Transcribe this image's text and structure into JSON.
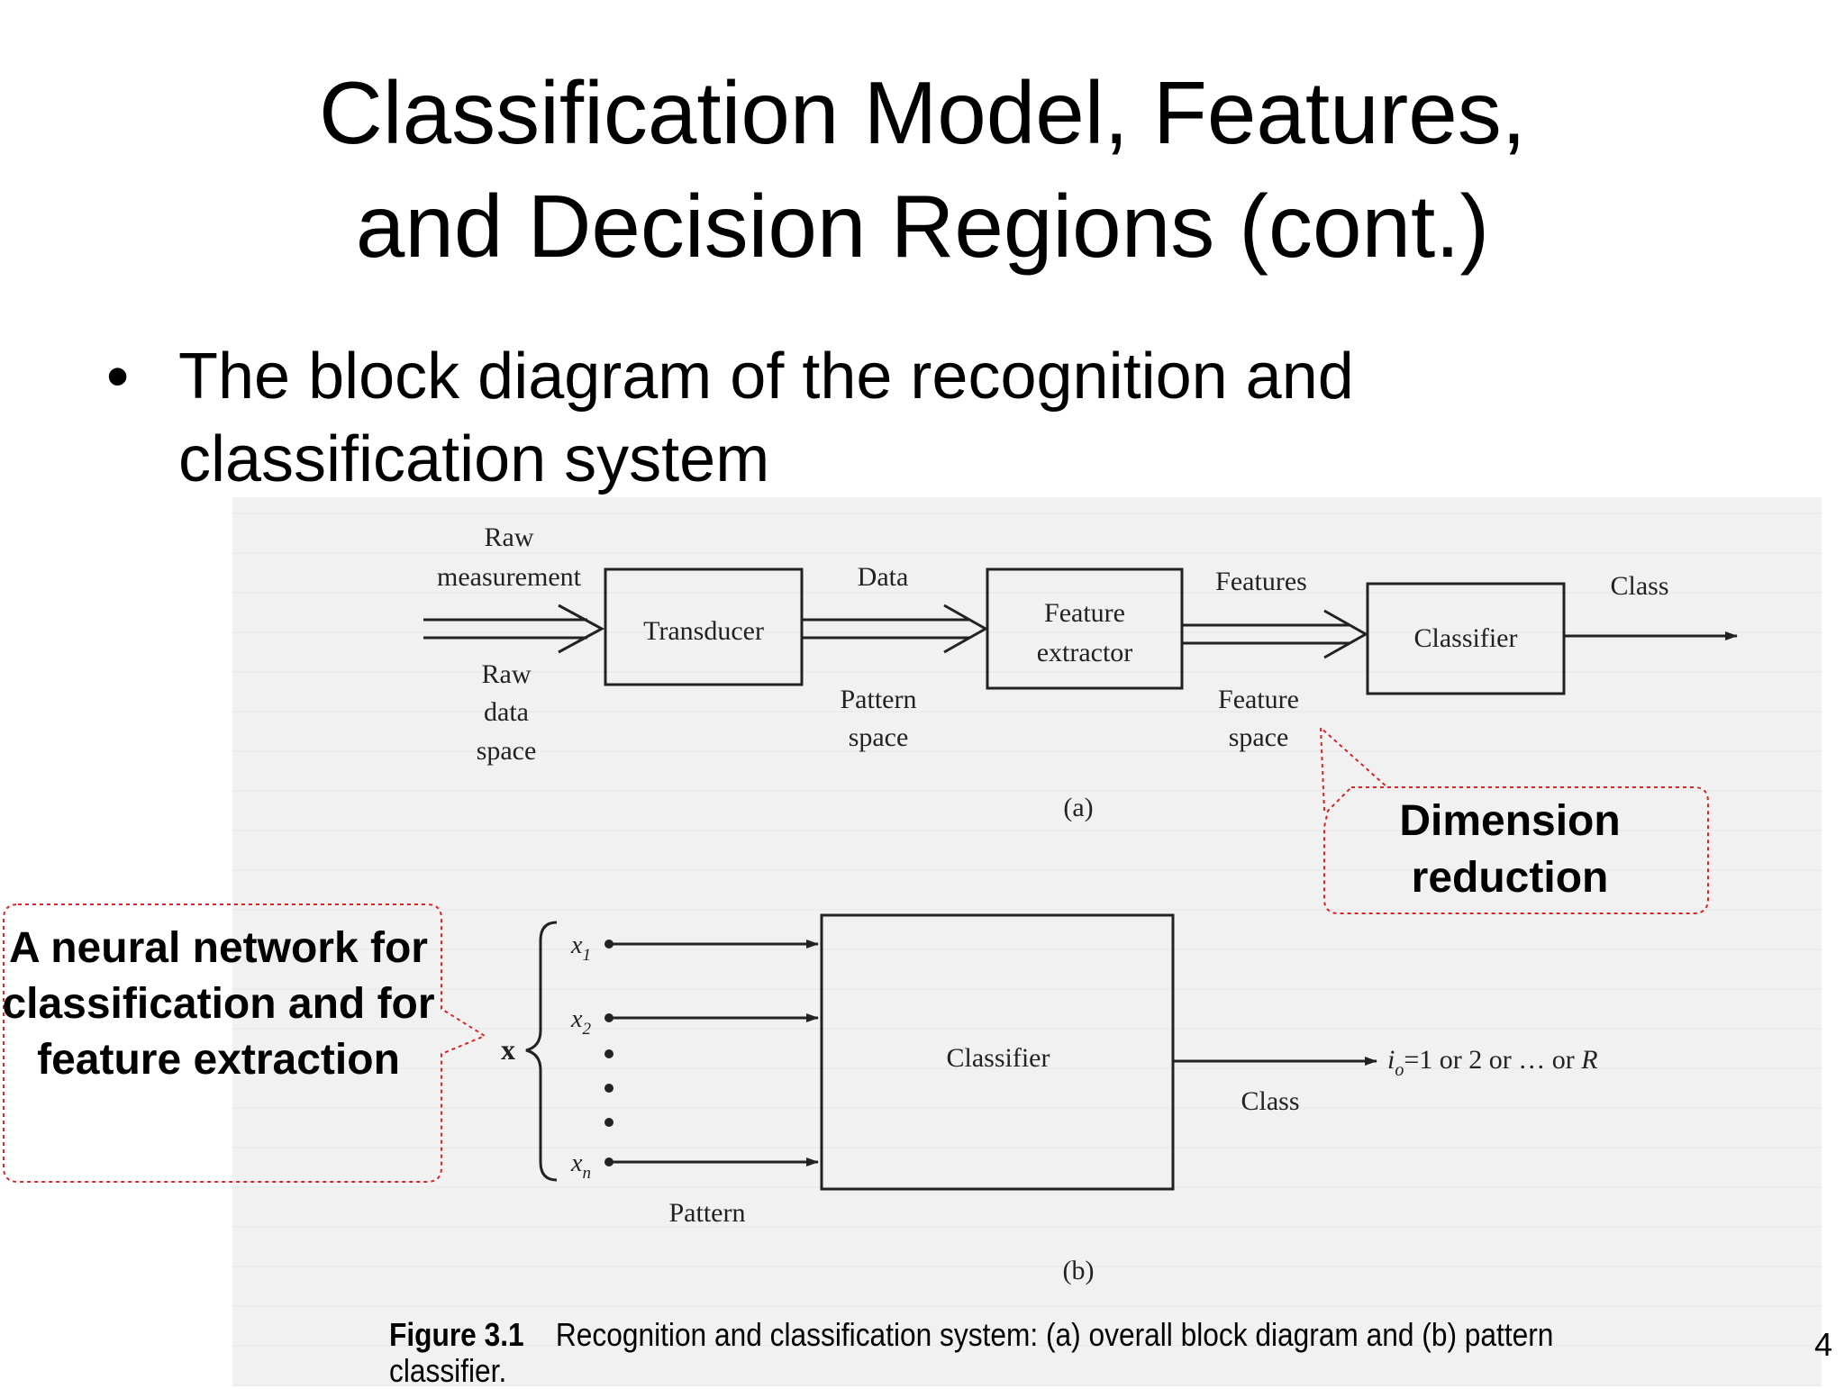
{
  "title": {
    "line1": "Classification Model, Features,",
    "line2": "and Decision Regions (cont.)"
  },
  "bullet": {
    "marker": "•",
    "text": "The block diagram of the recognition and classification system"
  },
  "figure_a": {
    "input_label_1": "Raw",
    "input_label_2": "measurement",
    "below_input_1": "Raw",
    "below_input_2": "data",
    "below_input_3": "space",
    "block_transducer": "Transducer",
    "label_data": "Data",
    "below_data_1": "Pattern",
    "below_data_2": "space",
    "block_feature_1": "Feature",
    "block_feature_2": "extractor",
    "label_features": "Features",
    "below_features_1": "Feature",
    "below_features_2": "space",
    "block_classifier": "Classifier",
    "label_class": "Class",
    "caption": "(a)"
  },
  "figure_b": {
    "vector_label": "x",
    "input_1": "x",
    "input_1_sub": "1",
    "input_2": "x",
    "input_2_sub": "2",
    "input_n": "x",
    "input_n_sub": "n",
    "block_classifier": "Classifier",
    "output_i": "i",
    "output_sub": "o",
    "output_text": "=1 or 2 or … or ",
    "output_r": "R",
    "label_class": "Class",
    "label_pattern": "Pattern",
    "caption": "(b)"
  },
  "callouts": {
    "dimension_reduction": "Dimension reduction",
    "neural_network": "A neural network for classification and for feature extraction"
  },
  "figure_caption": {
    "label": "Figure 3.1",
    "text": "Recognition and classification system: (a) overall block diagram and (b) pattern classifier."
  },
  "page_number": "4"
}
